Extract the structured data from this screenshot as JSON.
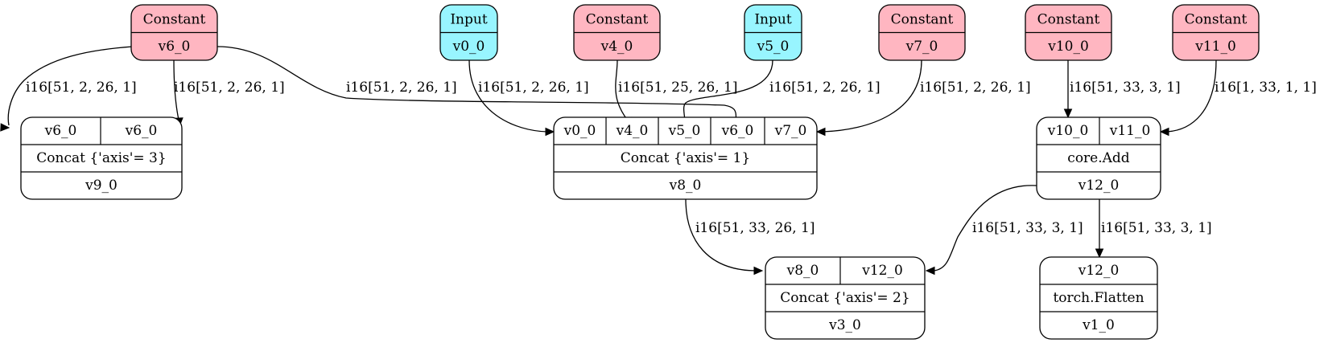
{
  "colors": {
    "constant_fill": "#ffb6c1",
    "input_fill": "#98f5ff",
    "op_fill": "#ffffff",
    "stroke": "#000000"
  },
  "nodes": {
    "const_v6_0": {
      "kind": "constant",
      "type": "Constant",
      "name": "v6_0"
    },
    "input_v0_0": {
      "kind": "input",
      "type": "Input",
      "name": "v0_0"
    },
    "const_v4_0": {
      "kind": "constant",
      "type": "Constant",
      "name": "v4_0"
    },
    "input_v5_0": {
      "kind": "input",
      "type": "Input",
      "name": "v5_0"
    },
    "const_v7_0": {
      "kind": "constant",
      "type": "Constant",
      "name": "v7_0"
    },
    "const_v10_0": {
      "kind": "constant",
      "type": "Constant",
      "name": "v10_0"
    },
    "const_v11_0": {
      "kind": "constant",
      "type": "Constant",
      "name": "v11_0"
    },
    "op_v9_0": {
      "kind": "op",
      "inputs": [
        "v6_0",
        "v6_0"
      ],
      "op": "Concat {'axis'= 3}",
      "output": "v9_0"
    },
    "op_v8_0": {
      "kind": "op",
      "inputs": [
        "v0_0",
        "v4_0",
        "v5_0",
        "v6_0",
        "v7_0"
      ],
      "op": "Concat {'axis'= 1}",
      "output": "v8_0"
    },
    "op_v12_0": {
      "kind": "op",
      "inputs": [
        "v10_0",
        "v11_0"
      ],
      "op": "core.Add",
      "output": "v12_0"
    },
    "op_v3_0": {
      "kind": "op",
      "inputs": [
        "v8_0",
        "v12_0"
      ],
      "op": "Concat {'axis'= 2}",
      "output": "v3_0"
    },
    "op_v1_0": {
      "kind": "op",
      "inputs": [
        "v12_0"
      ],
      "op": "torch.Flatten",
      "output": "v1_0"
    }
  },
  "edges": [
    {
      "from": "v6_0",
      "to": "v9_0",
      "label": "i16[51, 2, 26, 1]"
    },
    {
      "from": "v6_0",
      "to": "v9_0",
      "label": "i16[51, 2, 26, 1]"
    },
    {
      "from": "v6_0",
      "to": "v8_0",
      "label": "i16[51, 2, 26, 1]"
    },
    {
      "from": "v0_0",
      "to": "v8_0",
      "label": "i16[51, 2, 26, 1]"
    },
    {
      "from": "v4_0",
      "to": "v8_0",
      "label": "i16[51, 25, 26, 1]"
    },
    {
      "from": "v5_0",
      "to": "v8_0",
      "label": "i16[51, 2, 26, 1]"
    },
    {
      "from": "v7_0",
      "to": "v8_0",
      "label": "i16[51, 2, 26, 1]"
    },
    {
      "from": "v10_0",
      "to": "v12_0",
      "label": "i16[51, 33, 3, 1]"
    },
    {
      "from": "v11_0",
      "to": "v12_0",
      "label": "i16[1, 33, 1, 1]"
    },
    {
      "from": "v8_0",
      "to": "v3_0",
      "label": "i16[51, 33, 26, 1]"
    },
    {
      "from": "v12_0",
      "to": "v3_0",
      "label": "i16[51, 33, 3, 1]"
    },
    {
      "from": "v12_0",
      "to": "v1_0",
      "label": "i16[51, 33, 3, 1]"
    }
  ]
}
